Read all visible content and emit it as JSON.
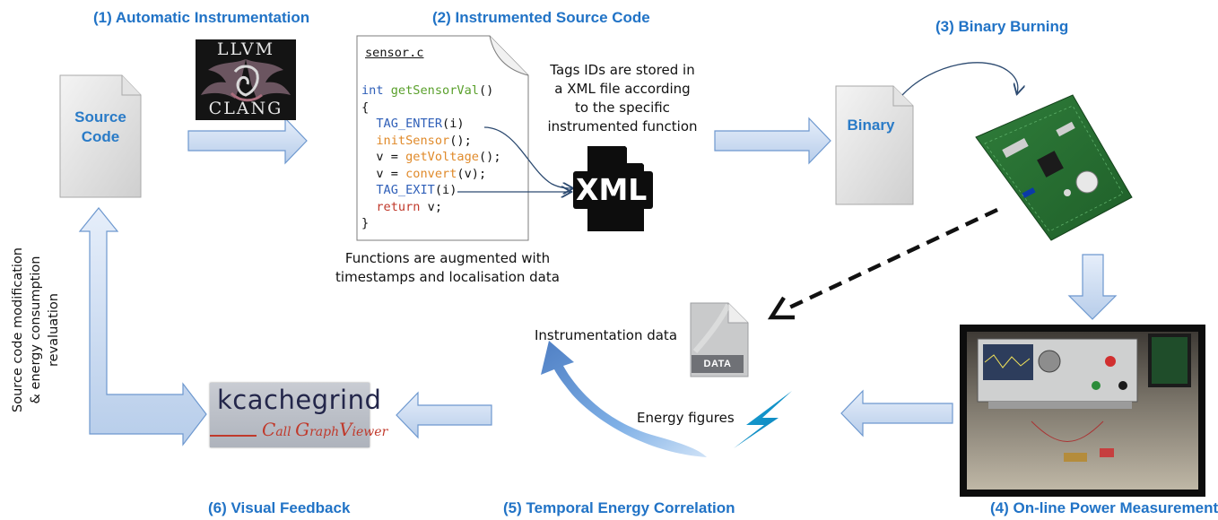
{
  "titles": {
    "step1": "(1) Automatic Instrumentation",
    "step2": "(2) Instrumented Source Code",
    "step3": "(3) Binary Burning",
    "step4": "(4) On-line Power Measurement",
    "step5": "(5) Temporal Energy Correlation",
    "step6": "(6) Visual Feedback"
  },
  "source_doc": {
    "line1": "Source",
    "line2": "Code"
  },
  "binary_doc": {
    "label": "Binary"
  },
  "llvm_logo": {
    "top": "LLVM",
    "bottom": "CLANG"
  },
  "code": {
    "filename": "sensor.c",
    "lines": [
      {
        "kw": "int ",
        "fn": "getSensorVal",
        "rest": "()"
      },
      {
        "plain": "{"
      },
      {
        "tag": "TAG_ENTER",
        "rest": "(i)"
      },
      {
        "call": "initSensor",
        "rest": "();"
      },
      {
        "pre": "v = ",
        "call": "getVoltage",
        "rest": "();"
      },
      {
        "pre": "v = ",
        "call": "convert",
        "rest": "(v);"
      },
      {
        "tag": "TAG_EXIT",
        "rest": "(i)"
      },
      {
        "ret": "return",
        "rest": " v;"
      },
      {
        "plain": "}"
      }
    ]
  },
  "notes": {
    "tags_line1": "Tags IDs are stored in",
    "tags_line2": "a XML file according",
    "tags_line3": "to the specific",
    "tags_line4": "instrumented function",
    "functions_line1": "Functions are augmented with",
    "functions_line2": "timestamps and localisation data",
    "instrumentation_data": "Instrumentation data",
    "energy_figures": "Energy figures",
    "feedback_line1": "Source code modification",
    "feedback_line2": "& energy consumption",
    "feedback_line3": "revaluation"
  },
  "xml_icon": {
    "label": "XML"
  },
  "data_icon": {
    "label": "DATA"
  },
  "kcachegrind": {
    "title": "kcachegrind",
    "sub_c": "C",
    "sub_all": "all ",
    "sub_g": "G",
    "sub_raph": "raph",
    "sub_v": "V",
    "sub_iewer": "iewer"
  },
  "colors": {
    "title_blue": "#2173c6",
    "arrow_fill": "#c9dcf1",
    "arrow_stroke": "#6d98cf"
  }
}
